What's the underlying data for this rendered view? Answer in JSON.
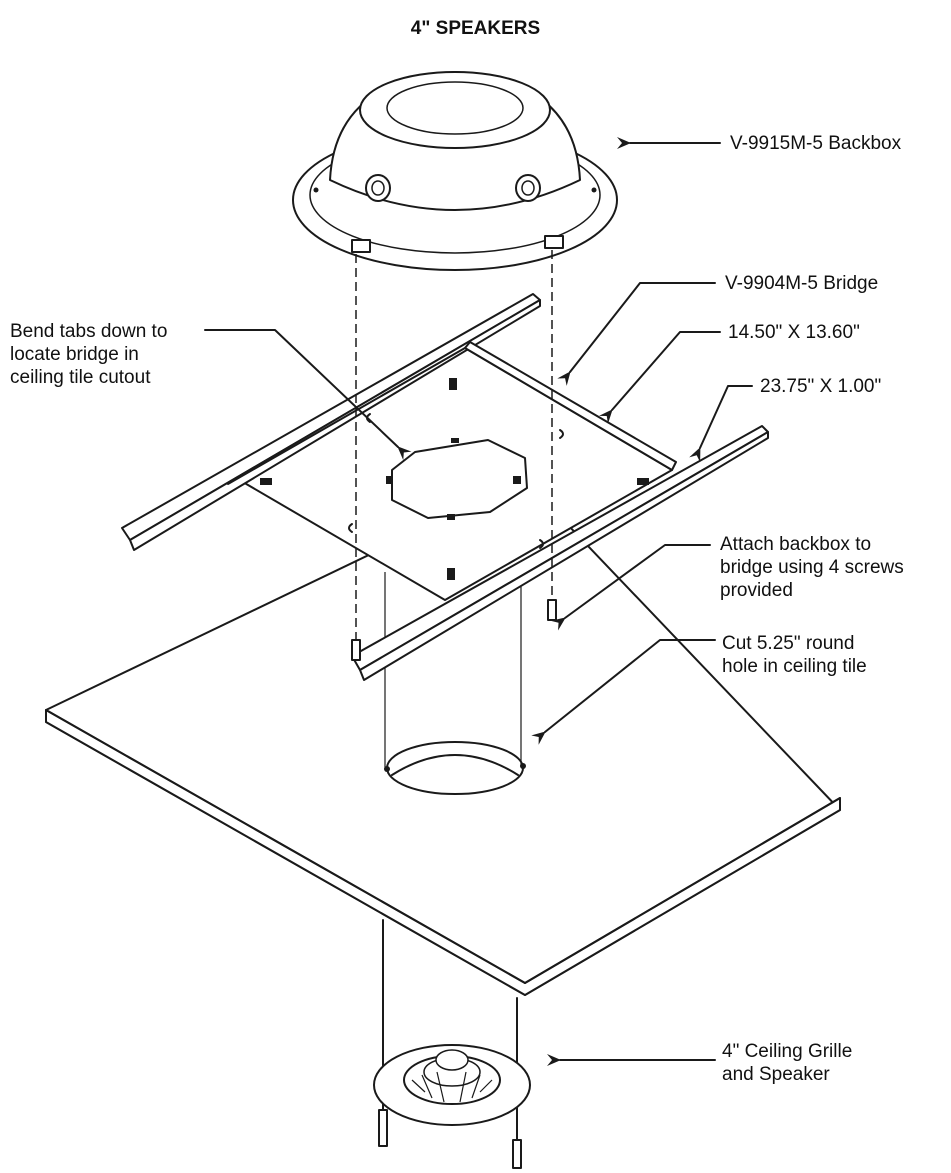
{
  "title": "4\" SPEAKERS",
  "labels": {
    "backbox": "V-9915M-5 Backbox",
    "bridge": "V-9904M-5 Bridge",
    "bridge_dims": "14.50\" X 13.60\"",
    "rail_dims": "23.75\" X 1.00\"",
    "bend_tabs": [
      "Bend tabs down to",
      "locate bridge in",
      "ceiling tile  cutout"
    ],
    "attach": [
      "Attach backbox to",
      "bridge using 4 screws",
      "provided"
    ],
    "cut_hole": [
      "Cut 5.25\" round",
      "hole in ceiling tile"
    ],
    "grille": [
      "4\" Ceiling Grille",
      "and Speaker"
    ]
  }
}
